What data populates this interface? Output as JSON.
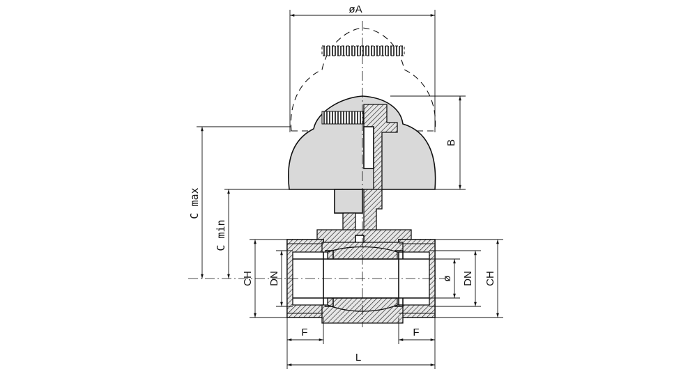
{
  "diagram": {
    "labels": {
      "diameter_a": "øA",
      "b": "B",
      "c_max": "C max",
      "c_min": "C min",
      "ch_left": "CH",
      "dn_left": "DN",
      "bore": "ø",
      "dn_right": "DN",
      "ch_right": "CH",
      "f_left": "F",
      "f_right": "F",
      "l": "L"
    }
  }
}
